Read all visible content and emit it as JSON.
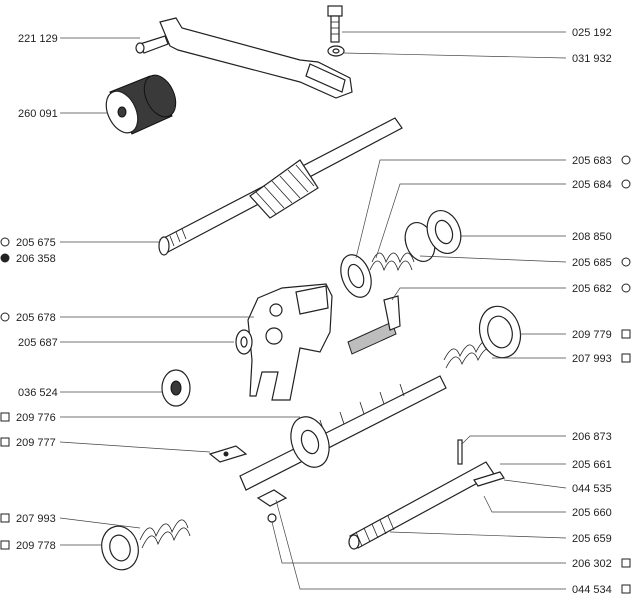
{
  "diagram": {
    "labels": {
      "p221129": "221 129",
      "p260091": "260 091",
      "p205675": "205 675",
      "p206358": "206 358",
      "p205678": "205 678",
      "p205687": "205 687",
      "p036524": "036 524",
      "p209776": "209 776",
      "p209777": "209 777",
      "p207993a": "207 993",
      "p209778": "209 778",
      "p025192": "025 192",
      "p031932": "031 932",
      "p205683": "205 683",
      "p205684": "205 684",
      "p208850": "208 850",
      "p205685": "205 685",
      "p205682": "205 682",
      "p209779": "209 779",
      "p207993b": "207 993",
      "p206873": "206 873",
      "p205661": "205 661",
      "p044535": "044 535",
      "p205660": "205 660",
      "p205659": "205 659",
      "p206302": "206 302",
      "p044534": "044 534"
    }
  }
}
